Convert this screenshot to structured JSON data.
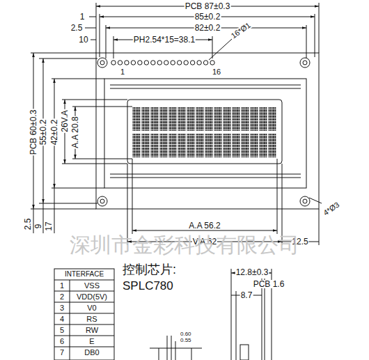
{
  "diagram": {
    "labels": [
      "PCB 87±0.3",
      "1",
      "85±0.2",
      "2.5",
      "82±0.2",
      "10",
      "PH2.54*15=38.1",
      "16*Ø1",
      "1",
      "16",
      "PCB 60±0.3",
      "55±0.2",
      "42±0.2",
      "26V.A",
      "A.A 20.8",
      "2.5",
      "9",
      "17",
      "4*Ø3",
      "A.A 56.2",
      "V.A 62",
      "12.5",
      "深圳市金彩科技有限公司",
      "INTERFACE",
      "1",
      "VSS",
      "2",
      "VDD(5V)",
      "3",
      "V0",
      "4",
      "RS",
      "5",
      "RW",
      "6",
      "E",
      "7",
      "DB0",
      "控制芯片:",
      "SPLC780",
      "12.8±0.3",
      "PCB 1.6",
      "8.7",
      "0.60",
      "0.55"
    ]
  }
}
